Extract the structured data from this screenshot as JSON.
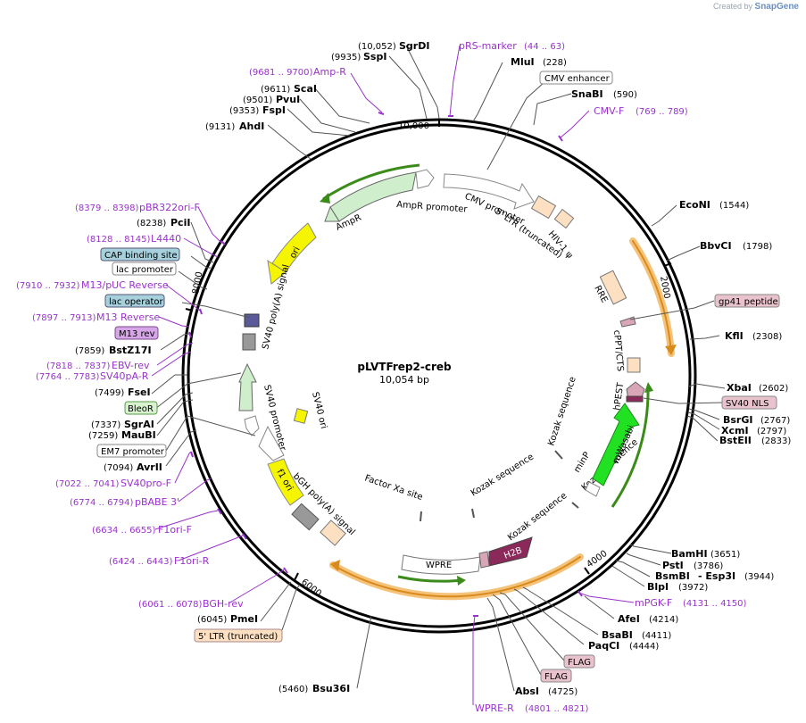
{
  "credit": {
    "prefix": "Created by",
    "brand": "SnapGene"
  },
  "plasmid": {
    "name": "pLVTFrep2-creb",
    "size_label": "10,054 bp",
    "length": 10054
  },
  "colors": {
    "primer": "#9932cc",
    "orange_arc": "#f0a030",
    "enzyme_line": "#555555",
    "backbone": "#000000"
  },
  "ticks": [
    {
      "label": "10,000",
      "pos": 10000
    },
    {
      "label": "2000",
      "pos": 2000
    },
    {
      "label": "4000",
      "pos": 4000
    },
    {
      "label": "6000",
      "pos": 6000
    },
    {
      "label": "8000",
      "pos": 8000
    }
  ],
  "sites": [
    {
      "id": "sgrdi",
      "name": "SgrDI",
      "coord": "(10,052)",
      "kind": "enzyme"
    },
    {
      "id": "sspi",
      "name": "SspI",
      "coord": "(9935)",
      "kind": "enzyme"
    },
    {
      "id": "rs-marker",
      "name": "pRS-marker",
      "coord": "(44 .. 63)",
      "kind": "primer"
    },
    {
      "id": "mlui",
      "name": "MluI",
      "coord": "(228)",
      "kind": "enzyme"
    },
    {
      "id": "amp-r-primer",
      "name": "Amp-R",
      "coord": "(9681 .. 9700)",
      "kind": "primer"
    },
    {
      "id": "cmv-enhancer",
      "name": "CMV enhancer",
      "coord": "",
      "kind": "box-white"
    },
    {
      "id": "scai",
      "name": "ScaI",
      "coord": "(9611)",
      "kind": "enzyme"
    },
    {
      "id": "snabi",
      "name": "SnaBI",
      "coord": "(590)",
      "kind": "enzyme"
    },
    {
      "id": "pvui",
      "name": "PvuI",
      "coord": "(9501)",
      "kind": "enzyme"
    },
    {
      "id": "fspi",
      "name": "FspI",
      "coord": "(9353)",
      "kind": "enzyme"
    },
    {
      "id": "cmv-f",
      "name": "CMV-F",
      "coord": "(769 .. 789)",
      "kind": "primer"
    },
    {
      "id": "ahdi",
      "name": "AhdI",
      "coord": "(9131)",
      "kind": "enzyme"
    },
    {
      "id": "econi",
      "name": "EcoNI",
      "coord": "(1544)",
      "kind": "enzyme"
    },
    {
      "id": "pbr322ori-f",
      "name": "pBR322ori-F",
      "coord": "(8379 .. 8398)",
      "kind": "primer"
    },
    {
      "id": "pcii",
      "name": "PciI",
      "coord": "(8238)",
      "kind": "enzyme"
    },
    {
      "id": "bbvci",
      "name": "BbvCI",
      "coord": "(1798)",
      "kind": "enzyme"
    },
    {
      "id": "l4440",
      "name": "L4440",
      "coord": "(8128 .. 8145)",
      "kind": "primer"
    },
    {
      "id": "cap-site",
      "name": "CAP binding site",
      "coord": "",
      "kind": "box-teal"
    },
    {
      "id": "lac-promoter",
      "name": "lac promoter",
      "coord": "",
      "kind": "box-white"
    },
    {
      "id": "m13-puc-rev",
      "name": "M13/pUC Reverse",
      "coord": "(7910 .. 7932)",
      "kind": "primer"
    },
    {
      "id": "gp41",
      "name": "gp41 peptide",
      "coord": "",
      "kind": "box-pink"
    },
    {
      "id": "lac-operator",
      "name": "lac operator",
      "coord": "",
      "kind": "box-teal"
    },
    {
      "id": "m13-reverse",
      "name": "M13 Reverse",
      "coord": "(7897 .. 7913)",
      "kind": "primer"
    },
    {
      "id": "kfli",
      "name": "KflI",
      "coord": "(2308)",
      "kind": "enzyme"
    },
    {
      "id": "m13-rev-box",
      "name": "M13 rev",
      "coord": "",
      "kind": "box-purple"
    },
    {
      "id": "bstz17i",
      "name": "BstZ17I",
      "coord": "(7859)",
      "kind": "enzyme"
    },
    {
      "id": "ebv-rev",
      "name": "EBV-rev",
      "coord": "(7818 .. 7837)",
      "kind": "primer"
    },
    {
      "id": "sv40pa-r",
      "name": "SV40pA-R",
      "coord": "(7764 .. 7783)",
      "kind": "primer"
    },
    {
      "id": "xbai",
      "name": "XbaI",
      "coord": "(2602)",
      "kind": "enzyme"
    },
    {
      "id": "fsei",
      "name": "FseI",
      "coord": "(7499)",
      "kind": "enzyme"
    },
    {
      "id": "sv40-nls",
      "name": "SV40 NLS",
      "coord": "",
      "kind": "box-pink"
    },
    {
      "id": "bleor",
      "name": "BleoR",
      "coord": "",
      "kind": "box-green"
    },
    {
      "id": "bsrgi",
      "name": "BsrGI",
      "coord": "(2767)",
      "kind": "enzyme"
    },
    {
      "id": "sgrai",
      "name": "SgrAI",
      "coord": "(7337)",
      "kind": "enzyme"
    },
    {
      "id": "xcmi",
      "name": "XcmI",
      "coord": "(2797)",
      "kind": "enzyme"
    },
    {
      "id": "maubi",
      "name": "MauBI",
      "coord": "(7259)",
      "kind": "enzyme"
    },
    {
      "id": "bsteii",
      "name": "BstEII",
      "coord": "(2833)",
      "kind": "enzyme"
    },
    {
      "id": "em7",
      "name": "EM7 promoter",
      "coord": "",
      "kind": "box-white"
    },
    {
      "id": "avrii",
      "name": "AvrII",
      "coord": "(7094)",
      "kind": "enzyme"
    },
    {
      "id": "sv40pro-f",
      "name": "SV40pro-F",
      "coord": "(7022 .. 7041)",
      "kind": "primer"
    },
    {
      "id": "pbabe3",
      "name": "pBABE 3'",
      "coord": "(6774 .. 6794)",
      "kind": "primer"
    },
    {
      "id": "f1ori-f",
      "name": "F1ori-F",
      "coord": "(6634 .. 6655)",
      "kind": "primer"
    },
    {
      "id": "bamhi",
      "name": "BamHI",
      "coord": "(3651)",
      "kind": "enzyme"
    },
    {
      "id": "psti",
      "name": "PstI",
      "coord": "(3786)",
      "kind": "enzyme"
    },
    {
      "id": "f1ori-r",
      "name": "F1ori-R",
      "coord": "(6424 .. 6443)",
      "kind": "primer"
    },
    {
      "id": "bsmbi",
      "name": "BsmBI",
      "coord": "",
      "kind": "enzyme"
    },
    {
      "id": "esp3i",
      "name": "- Esp3I",
      "coord": "(3944)",
      "kind": "enzyme"
    },
    {
      "id": "blpi",
      "name": "BlpI",
      "coord": "(3972)",
      "kind": "enzyme"
    },
    {
      "id": "bgh-rev",
      "name": "BGH-rev",
      "coord": "(6061 .. 6078)",
      "kind": "primer"
    },
    {
      "id": "mpgk-f",
      "name": "mPGK-F",
      "coord": "(4131 .. 4150)",
      "kind": "primer"
    },
    {
      "id": "pmei",
      "name": "PmeI",
      "coord": "(6045)",
      "kind": "enzyme"
    },
    {
      "id": "afei",
      "name": "AfeI",
      "coord": "(4214)",
      "kind": "enzyme"
    },
    {
      "id": "ltr5-box",
      "name": "5' LTR (truncated)",
      "coord": "",
      "kind": "box-peach"
    },
    {
      "id": "bsabi",
      "name": "BsaBI",
      "coord": "(4411)",
      "kind": "enzyme"
    },
    {
      "id": "paqci",
      "name": "PaqCI",
      "coord": "(4444)",
      "kind": "enzyme"
    },
    {
      "id": "flag1",
      "name": "FLAG",
      "coord": "",
      "kind": "box-pink"
    },
    {
      "id": "flag2",
      "name": "FLAG",
      "coord": "",
      "kind": "box-pink"
    },
    {
      "id": "bsu36i",
      "name": "Bsu36I",
      "coord": "(5460)",
      "kind": "enzyme"
    },
    {
      "id": "absi",
      "name": "AbsI",
      "coord": "(4725)",
      "kind": "enzyme"
    },
    {
      "id": "wpre-r",
      "name": "WPRE-R",
      "coord": "(4801 .. 4821)",
      "kind": "primer"
    }
  ],
  "features": {
    "ampr": "AmpR",
    "ampr_promoter": "AmpR promoter",
    "ori": "ori",
    "sv40_polya": "SV40 poly(A) signal",
    "sv40_promoter": "SV40 promoter",
    "sv40_ori": "SV40 ori",
    "f1_ori": "f1 ori",
    "bgh_polya": "bGH poly(A) signal",
    "factor_xa": "Factor Xa site",
    "wpre": "WPRE",
    "h2b": "H2B",
    "kozak1": "Kozak sequence",
    "kozak2": "Kozak sequence",
    "kozak3": "Kozak sequence",
    "kozak4": "Kozak sequence",
    "minp": "minP",
    "mwasabi": "mWasabi",
    "hpest": "hPEST",
    "cppt": "cPPT/CTS",
    "rre": "RRE",
    "hiv1_psi": "HIV-1 ψ",
    "cmv_promoter": "CMV promoter",
    "ltr5_inner": "5' LTR (truncated)"
  }
}
